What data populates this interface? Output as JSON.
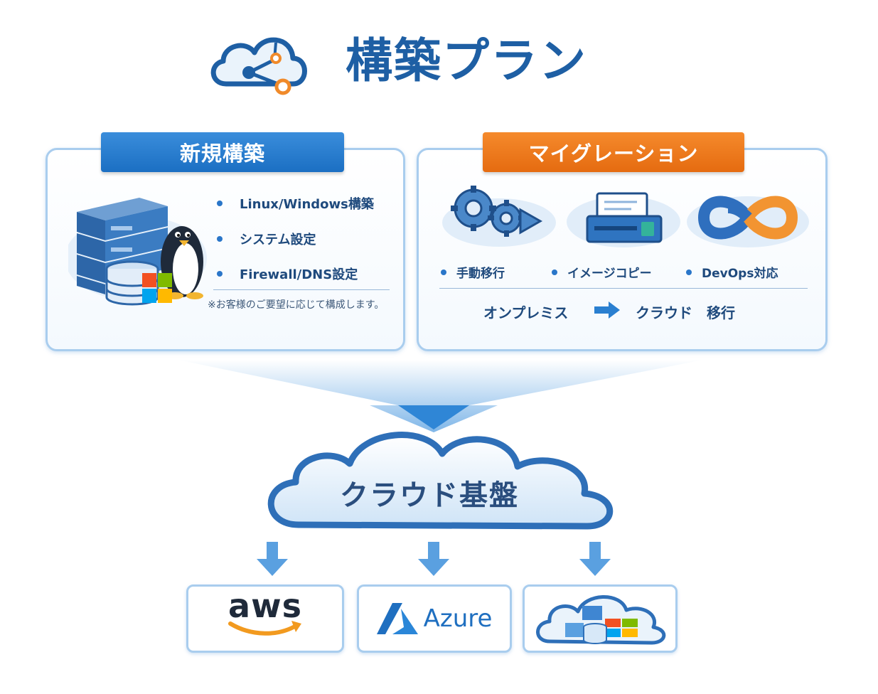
{
  "header": {
    "title": "構築プラン",
    "icon": "cloud-network-icon"
  },
  "colors": {
    "primary_blue": "#1e5fa4",
    "ribbon_blue": "#2a7fd0",
    "ribbon_orange": "#ef7a1e",
    "panel_border": "#a9cdee"
  },
  "new_build": {
    "title": "新規構築",
    "items": [
      "Linux/Windows構築",
      "システム設定",
      "Firewall/DNS設定"
    ],
    "note": "※お客様のご要望に応じて構成します。",
    "illustration": "server-linux-windows-icon"
  },
  "migration": {
    "title": "マイグレーション",
    "items": [
      "手動移行",
      "イメージコピー",
      "DevOps対応"
    ],
    "icons": [
      "gears-icon",
      "image-copy-icon",
      "infinity-icon"
    ],
    "flow": {
      "from": "オンプレミス",
      "to": "クラウド　移行"
    }
  },
  "cloud": {
    "label": "クラウド基盤"
  },
  "providers": [
    {
      "label": "aws",
      "icon": "aws-logo"
    },
    {
      "label": "Azure",
      "icon": "azure-logo"
    },
    {
      "label": "",
      "icon": "cloud-databases-icon"
    }
  ]
}
